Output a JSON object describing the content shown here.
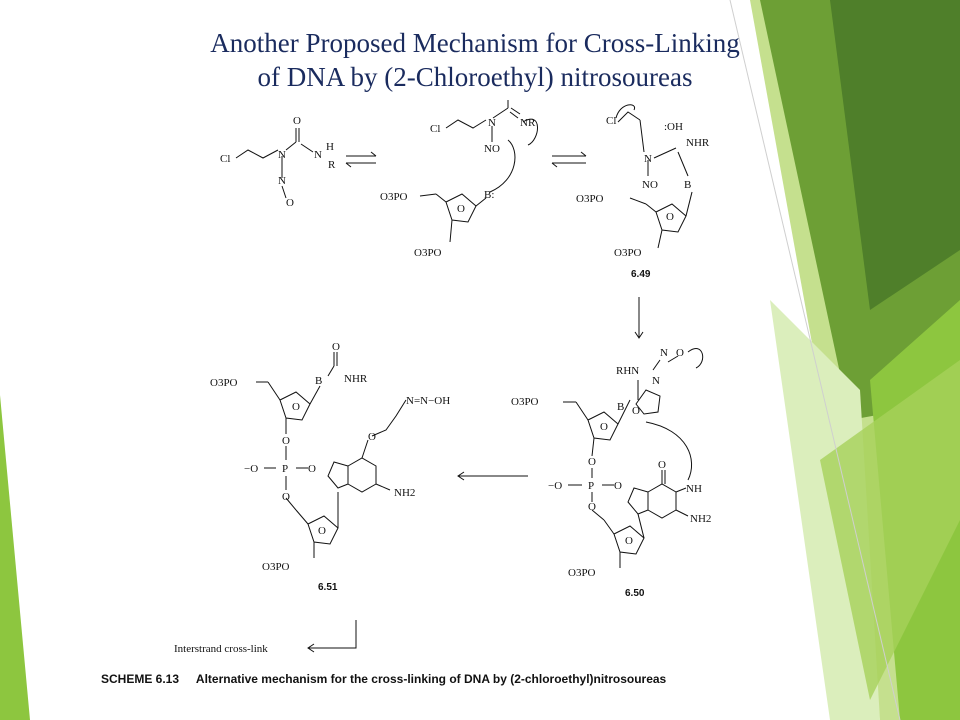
{
  "slide": {
    "title_line1": "Another Proposed Mechanism for Cross-Linking",
    "title_line2": "of DNA by (2-Chloroethyl) nitrosoureas"
  },
  "scheme": {
    "labels": {
      "cl": "Cl",
      "h": "H",
      "r": "R",
      "n": "N",
      "o": "O",
      "oh": "OH",
      "nr": "NR",
      "no": "NO",
      "b": "B",
      "b_colon": "B:",
      "o3po": "O3PO",
      "nhr": "NHR",
      "colon_oh": ":OH",
      "rhn": "RHN",
      "nh2": "NH2",
      "p": "P",
      "o_minus": "−O",
      "azo": "N=N−OH",
      "nh": "NH"
    },
    "compounds": [
      "6.49",
      "6.50",
      "6.51"
    ],
    "interstrand_label": "Interstrand cross-link"
  },
  "caption": {
    "number": "SCHEME 6.13",
    "text": "Alternative mechanism for the cross-linking of DNA by (2-chloroethyl)nitrosoureas"
  },
  "theme": {
    "title_color": "#1a2b5e",
    "accent_green": "#8dc63f",
    "dark_green": "#5e8f2a"
  }
}
